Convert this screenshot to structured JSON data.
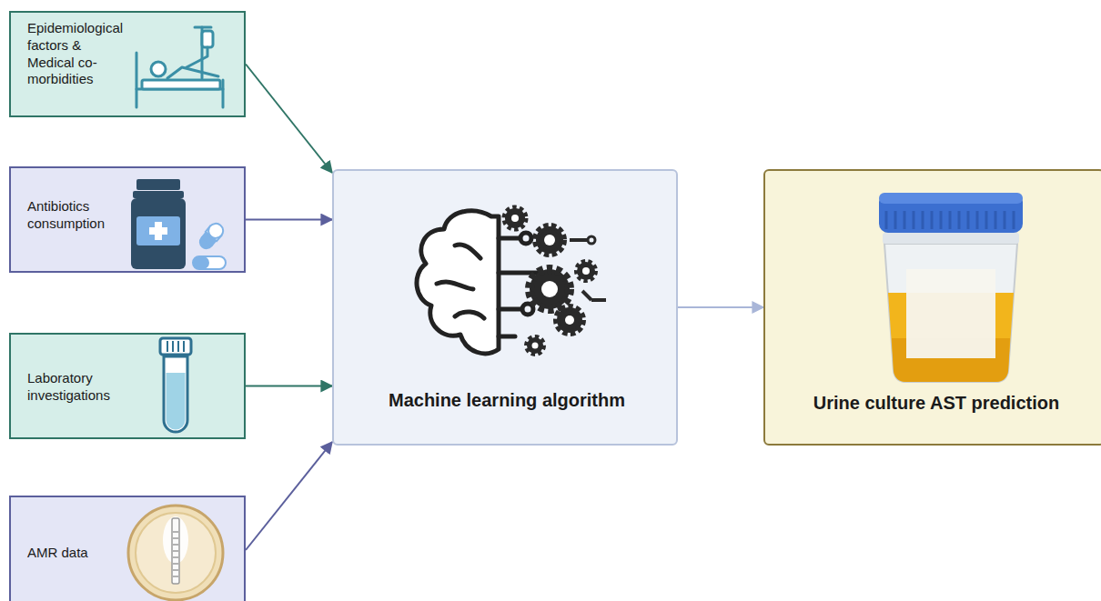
{
  "diagram": {
    "nodes": [
      {
        "text": [
          "Epidemiological factors & Medical co-morbidities"
        ]
      },
      {
        "text": [
          "Antibiotics consumption"
        ]
      },
      {
        "text": [
          "Laboratory investigations"
        ]
      },
      {
        "text": [
          "AMR data"
        ]
      },
      {
        "text": [
          "Machine learning algorithm"
        ]
      },
      {
        "text": [
          "Urine culture AST prediction"
        ]
      }
    ],
    "edges": [
      {
        "from": 0,
        "to": 4,
        "arrow": "to"
      },
      {
        "from": 1,
        "to": 4,
        "arrow": "to"
      },
      {
        "from": 2,
        "to": 4,
        "arrow": "to"
      },
      {
        "from": 3,
        "to": 4,
        "arrow": "to"
      },
      {
        "from": 4,
        "to": 5,
        "arrow": "to"
      }
    ]
  }
}
